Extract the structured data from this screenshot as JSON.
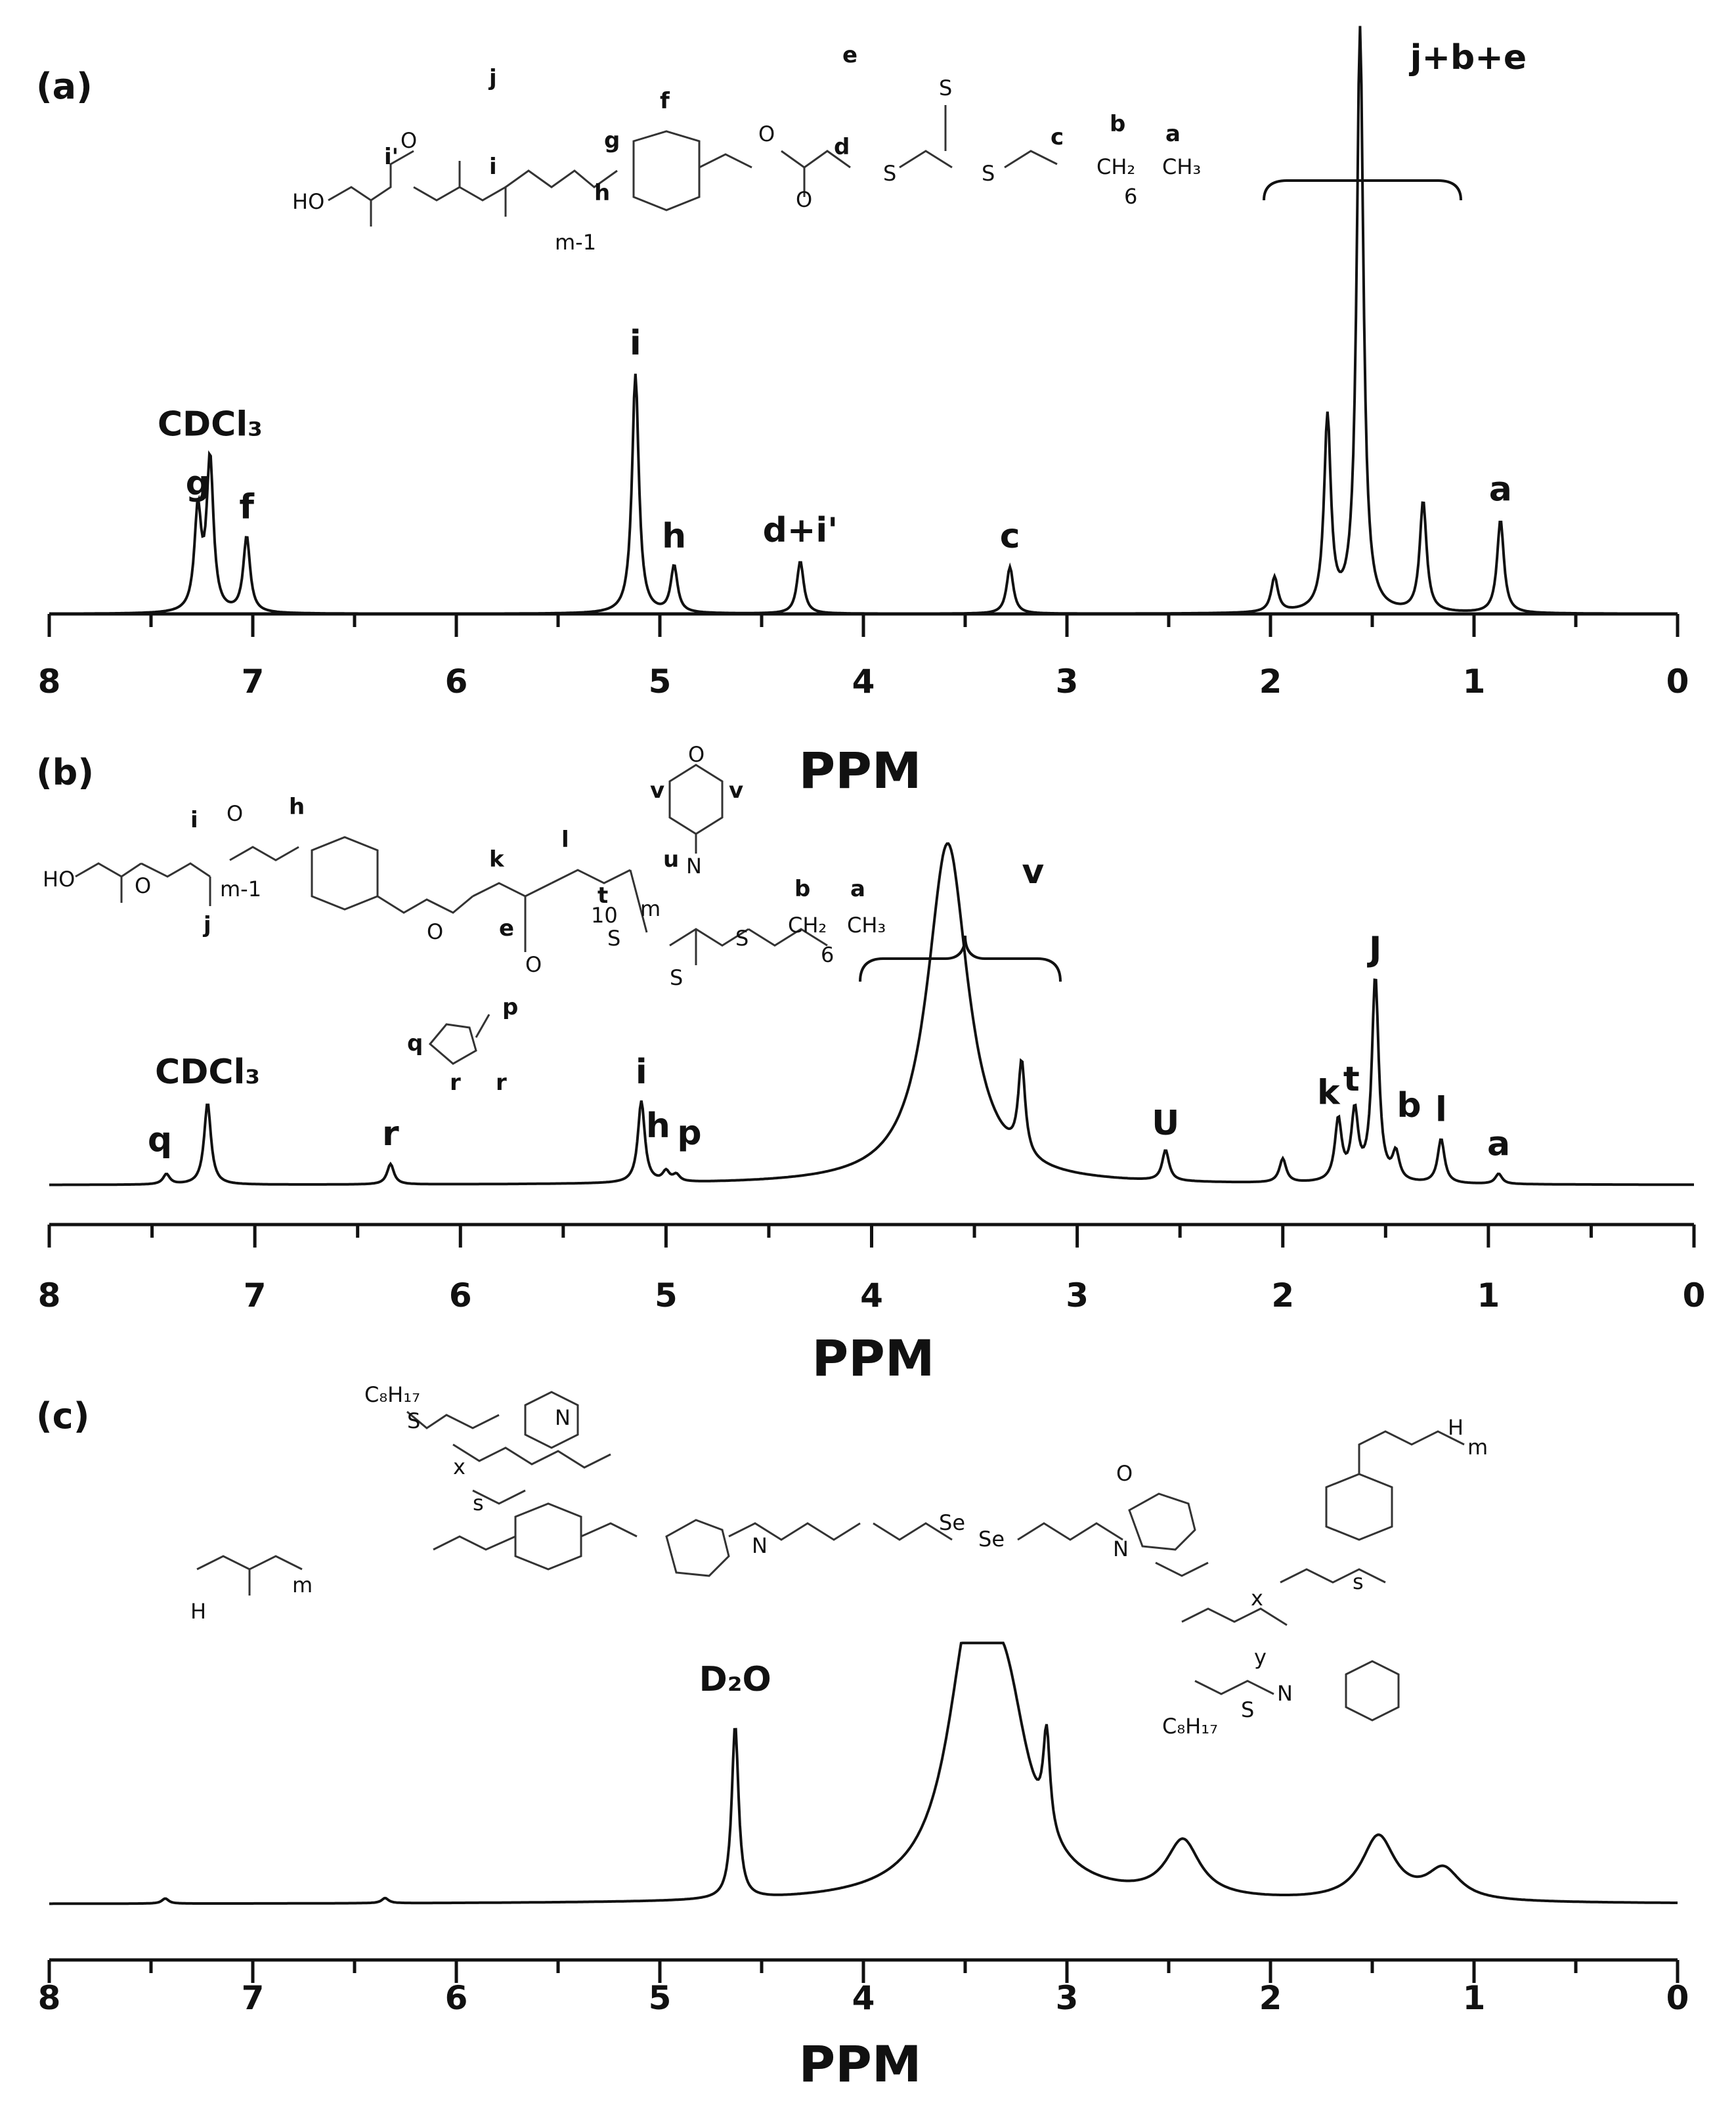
{
  "chart_data": [
    {
      "type": "line",
      "panel": "(a)",
      "xlabel": "PPM",
      "xlim": [
        8,
        0
      ],
      "x_ticks": [
        "8",
        "7",
        "6",
        "5",
        "4",
        "3",
        "2",
        "1",
        "0"
      ],
      "peaks": [
        {
          "label": "g",
          "ppm": 7.27,
          "height": 0.17
        },
        {
          "label": "CDCl₃",
          "ppm": 7.21,
          "height": 0.26
        },
        {
          "label": "f",
          "ppm": 7.03,
          "height": 0.13
        },
        {
          "label": "i",
          "ppm": 5.12,
          "height": 0.41
        },
        {
          "label": "h",
          "ppm": 4.93,
          "height": 0.08
        },
        {
          "label": "d+i'",
          "ppm": 4.31,
          "height": 0.09
        },
        {
          "label": "c",
          "ppm": 3.28,
          "height": 0.08
        },
        {
          "label": "",
          "ppm": 1.98,
          "height": 0.06
        },
        {
          "label": "",
          "ppm": 1.72,
          "height": 0.33
        },
        {
          "label": "j+b+e",
          "ppm": 1.56,
          "height": 1.0
        },
        {
          "label": "",
          "ppm": 1.25,
          "height": 0.19
        },
        {
          "label": "a",
          "ppm": 0.87,
          "height": 0.16
        }
      ],
      "structure_labels": [
        "e",
        "j",
        "i'",
        "i",
        "g",
        "f",
        "h",
        "d",
        "c",
        "b",
        "a",
        "HO",
        "O",
        "S",
        "CH₂",
        "CH₃",
        "m-1",
        "6"
      ]
    },
    {
      "type": "line",
      "panel": "(b)",
      "xlabel": "PPM",
      "xlim": [
        8,
        0
      ],
      "x_ticks": [
        "8",
        "7",
        "6",
        "5",
        "4",
        "3",
        "2",
        "1",
        "0"
      ],
      "peaks": [
        {
          "label": "q",
          "ppm": 7.43,
          "height": 0.03
        },
        {
          "label": "CDCl₃",
          "ppm": 7.23,
          "height": 0.24
        },
        {
          "label": "r",
          "ppm": 6.34,
          "height": 0.06
        },
        {
          "label": "i",
          "ppm": 5.12,
          "height": 0.24
        },
        {
          "label": "h",
          "ppm": 5.0,
          "height": 0.03
        },
        {
          "label": "p",
          "ppm": 4.95,
          "height": 0.02
        },
        {
          "label": "v",
          "ppm": 3.63,
          "height": 1.0
        },
        {
          "label": "",
          "ppm": 3.27,
          "height": 0.27
        },
        {
          "label": "U",
          "ppm": 2.57,
          "height": 0.09
        },
        {
          "label": "",
          "ppm": 2.0,
          "height": 0.07
        },
        {
          "label": "k",
          "ppm": 1.73,
          "height": 0.18
        },
        {
          "label": "t",
          "ppm": 1.65,
          "height": 0.2
        },
        {
          "label": "J",
          "ppm": 1.55,
          "height": 0.6
        },
        {
          "label": "b",
          "ppm": 1.45,
          "height": 0.08
        },
        {
          "label": "l",
          "ppm": 1.23,
          "height": 0.13
        },
        {
          "label": "a",
          "ppm": 0.95,
          "height": 0.03
        }
      ],
      "structure_labels": [
        "HO",
        "O",
        "i",
        "h",
        "m-1",
        "j",
        "l",
        "k",
        "u",
        "t",
        "10",
        "m",
        "e",
        "p",
        "q",
        "r",
        "v",
        "N",
        "S",
        "b",
        "a",
        "CH₂",
        "CH₃",
        "6"
      ]
    },
    {
      "type": "line",
      "panel": "(c)",
      "xlabel": "PPM",
      "xlim": [
        8,
        0
      ],
      "x_ticks": [
        "8",
        "7",
        "6",
        "5",
        "4",
        "3",
        "2",
        "1",
        "0"
      ],
      "peaks": [
        {
          "label": "",
          "ppm": 7.43,
          "height": 0.02
        },
        {
          "label": "",
          "ppm": 6.35,
          "height": 0.02
        },
        {
          "label": "D₂O",
          "ppm": 4.63,
          "height": 0.68
        },
        {
          "label": "",
          "ppm": 3.47,
          "height": 0.95
        },
        {
          "label": "",
          "ppm": 3.3,
          "height": 0.6
        },
        {
          "label": "",
          "ppm": 3.1,
          "height": 0.38
        },
        {
          "label": "",
          "ppm": 2.43,
          "height": 0.22
        },
        {
          "label": "",
          "ppm": 1.47,
          "height": 0.25
        },
        {
          "label": "",
          "ppm": 1.15,
          "height": 0.12
        }
      ],
      "structure_labels": [
        "C₈H₁₇",
        "S",
        "O",
        "N",
        "Se",
        "Se",
        "H",
        "m",
        "x",
        "y",
        "s"
      ]
    }
  ]
}
